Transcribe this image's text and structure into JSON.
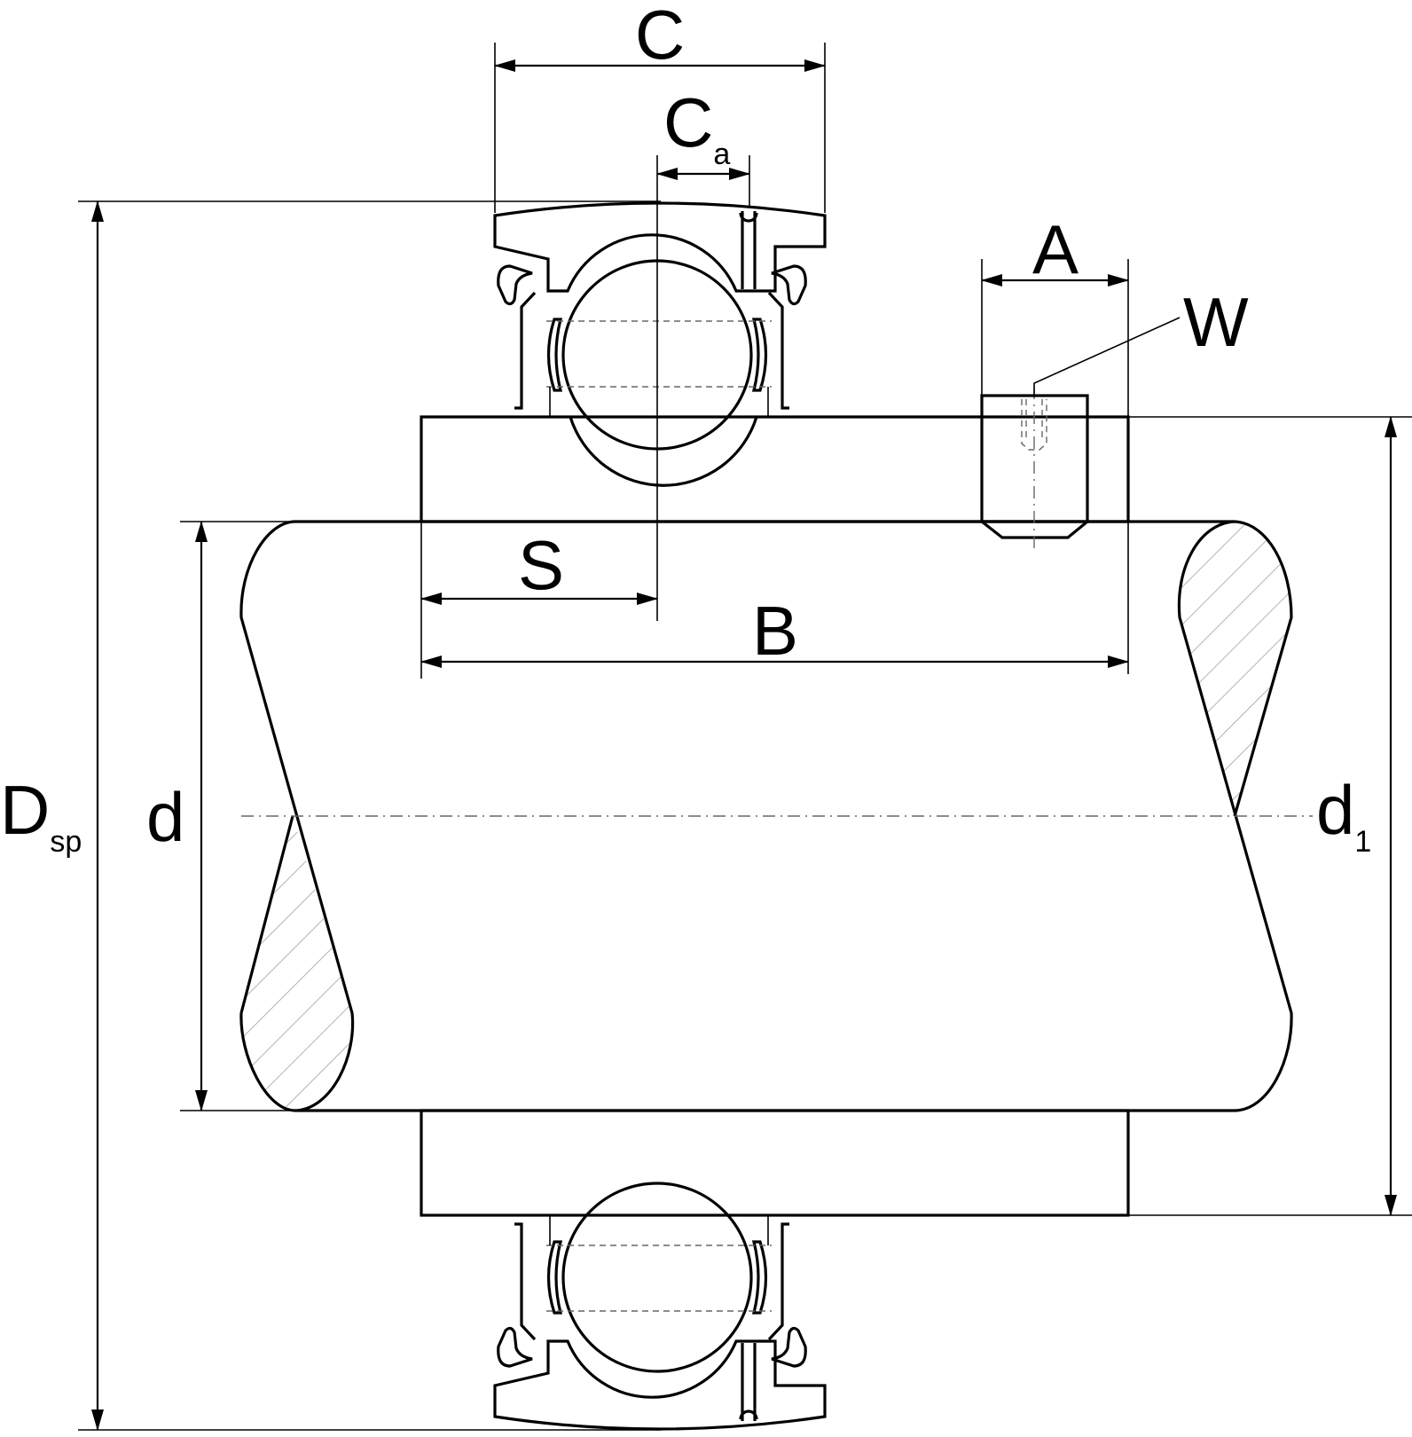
{
  "labels": {
    "C": "C",
    "Ca_main": "C",
    "Ca_sub": "a",
    "A": "A",
    "W": "W",
    "S": "S",
    "B": "B",
    "Dsp_main": "D",
    "Dsp_sub": "sp",
    "d": "d",
    "d1_main": "d",
    "d1_sub": "1"
  }
}
